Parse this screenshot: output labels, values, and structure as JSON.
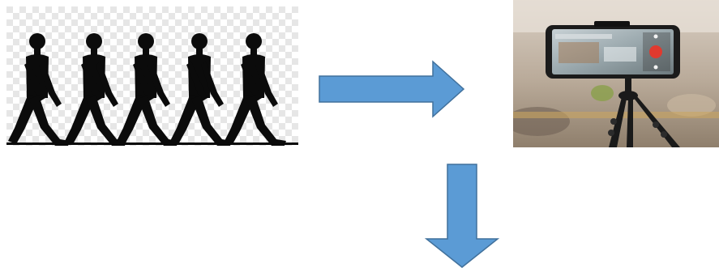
{
  "diagram": {
    "panels": [
      {
        "id": "walking-sequence",
        "kind": "picture",
        "subject": "walking-person-silhouettes",
        "figure_count": 5
      },
      {
        "id": "phone-on-tripod",
        "kind": "picture",
        "subject": "smartphone-recording-on-tripod"
      }
    ],
    "connectors": [
      {
        "from": "walking-sequence",
        "to": "phone-on-tripod",
        "direction": "right"
      },
      {
        "from": "phone-on-tripod",
        "to": "next-step",
        "direction": "down"
      }
    ]
  },
  "colors": {
    "arrow_fill": "#5b9bd5",
    "arrow_stroke": "#41719c",
    "silhouette": "#0b0b0b",
    "checker_light": "#ffffff",
    "checker_dark": "#e6e6e6",
    "record_button": "#e03a2f",
    "tripod": "#1a1a1a"
  },
  "icons": {
    "walk": "walking-person-icon",
    "phone": "smartphone-icon",
    "tripod": "tripod-icon",
    "record": "record-button-icon",
    "arrow_right": "arrow-right-icon",
    "arrow_down": "arrow-down-icon"
  }
}
